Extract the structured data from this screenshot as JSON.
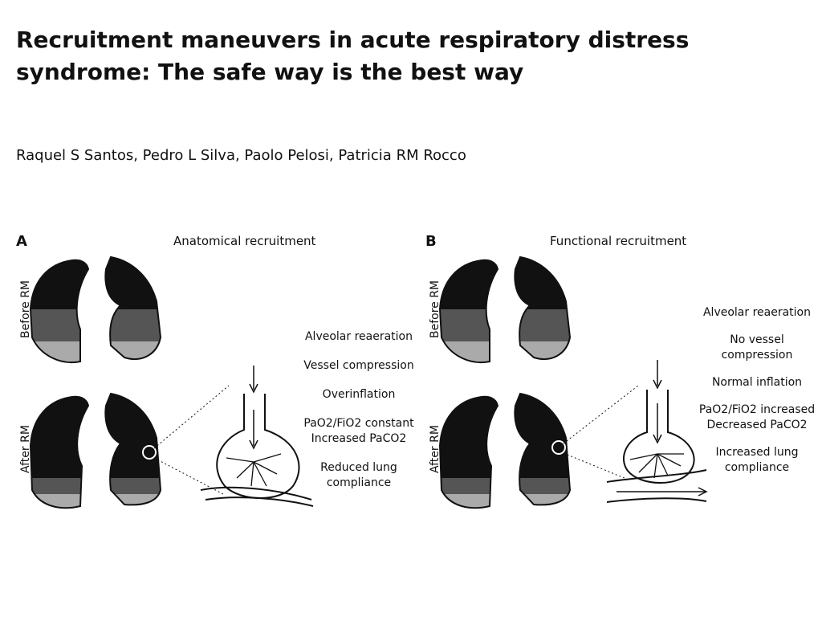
{
  "paper": {
    "title": "Recruitment maneuvers in acute respiratory distress syndrome: The safe way is the best way",
    "authors": "Raquel S Santos, Pedro L Silva, Paolo Pelosi, Patricia RM Rocco"
  },
  "figure": {
    "panel_a": {
      "letter": "A",
      "title": "Anatomical recruitment",
      "before_label": "Before RM",
      "after_label": "After RM",
      "effects": [
        "Alveolar reaeration",
        "Vessel compression",
        "Overinflation",
        "PaO2/FiO2 constant",
        "Increased PaCO2",
        "Reduced lung compliance"
      ]
    },
    "panel_b": {
      "letter": "B",
      "title": "Functional recruitment",
      "before_label": "Before RM",
      "after_label": "After RM",
      "effects": [
        "Alveolar reaeration",
        "No vessel compression",
        "Normal inflation",
        "PaO2/FiO2 increased",
        "Decreased PaCO2",
        "Increased lung compliance"
      ]
    }
  }
}
